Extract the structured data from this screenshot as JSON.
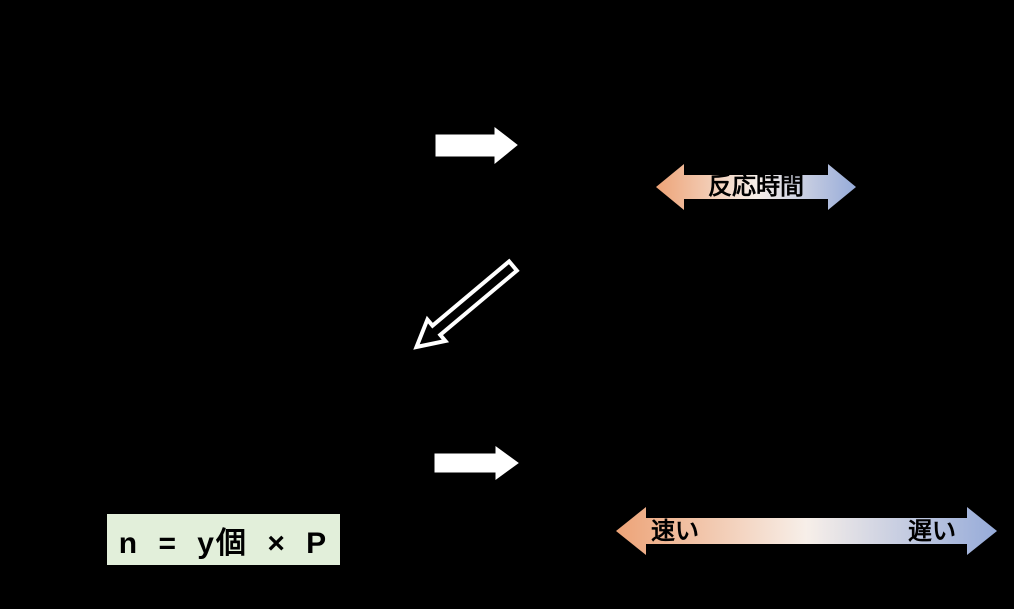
{
  "canvas": {
    "background": "#000000"
  },
  "flow": {
    "arrow_top": {
      "icon": "right-block-arrow",
      "fill": "#FFFFFF"
    },
    "arrow_middle": {
      "icon": "down-left-outline-arrow",
      "stroke": "#FFFFFF",
      "fill": "#000000"
    },
    "arrow_bottom": {
      "icon": "right-block-arrow",
      "fill": "#FFFFFF"
    }
  },
  "scales": {
    "reaction_time": {
      "label": "反応時間"
    },
    "speed": {
      "left_label": "速い",
      "right_label": "遅い"
    }
  },
  "formula": {
    "text": "n = y個 × P",
    "background": "#E2EFDA",
    "text_color": "#000000"
  },
  "colors": {
    "scale_gradient": {
      "left": "#EDA377",
      "middle": "#F7EFE9",
      "right": "#96ABD9"
    },
    "label_text": "#000000"
  }
}
